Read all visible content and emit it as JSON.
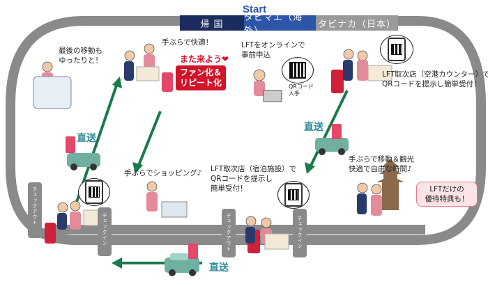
{
  "start_label": "Start",
  "phases": {
    "kikoku": "帰 国",
    "tabimae": "タビマエ（海外）",
    "tabinaka": "タビナカ（日本）"
  },
  "steps": {
    "apply_online": [
      "LFTをオンラインで",
      "事前申込"
    ],
    "qr_get": [
      "QRコード",
      "入手"
    ],
    "airport_counter": [
      "LFT取次店（空港カウンター）で",
      "QRコードを提示し簡単受付！"
    ],
    "sightseeing": [
      "手ぶらで移動＆観光",
      "快適で自由な時間♪"
    ],
    "tokuten": [
      "LFTだけの",
      "優待特典も！"
    ],
    "hotel_counter": [
      "LFT取次店（宿泊施設）で",
      "QRコードを提示し",
      "簡単受付！"
    ],
    "shopping": "手ぶらでショッピング♪",
    "last_move": [
      "最後の移動も",
      "ゆったりと！"
    ],
    "tebura_kaiteki": "手ぶらで快適！",
    "mata_kiyou": "また来よう❤",
    "fan_repeat": [
      "ファン化＆",
      "リピート化"
    ]
  },
  "direct_label": "直送",
  "checkin": "チェックイン",
  "checkout": "チェックアウト",
  "colors": {
    "navy": "#1d2c5e",
    "blue": "#2d56a8",
    "gray": "#9a9a9a",
    "red": "#d0142a",
    "teal": "#2d8a9a",
    "green_arrow": "#1a7a4a"
  }
}
